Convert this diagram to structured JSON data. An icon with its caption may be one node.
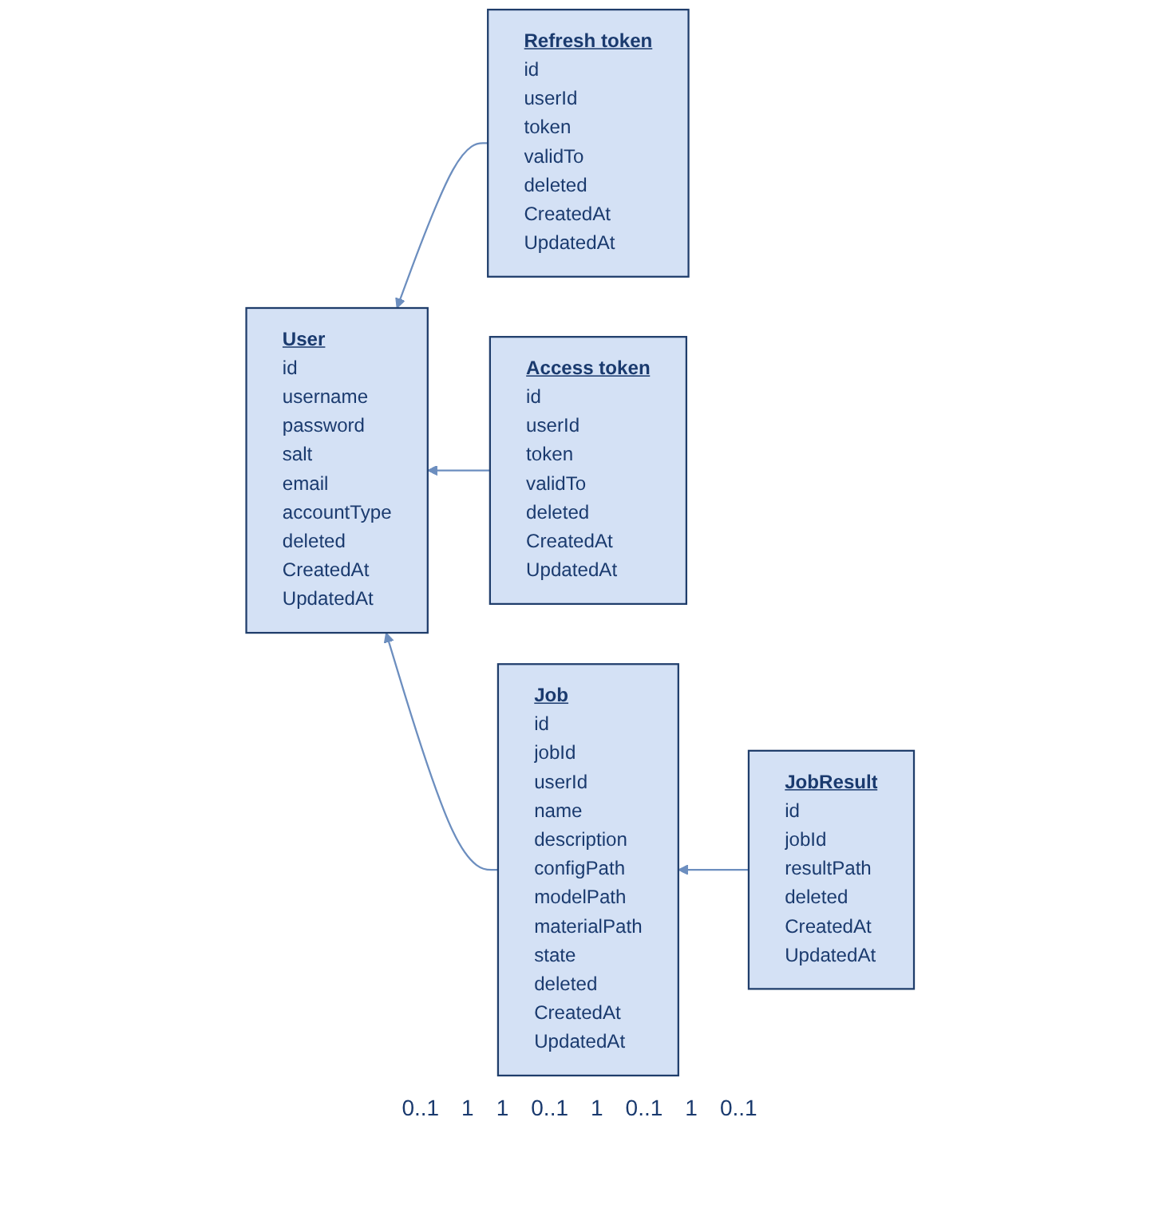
{
  "diagram": {
    "nodes": [
      {
        "text": [
          "User",
          "id",
          "username",
          "password",
          "salt",
          "email",
          "accountType",
          "deleted",
          "CreatedAt",
          "UpdatedAt"
        ]
      },
      {
        "text": [
          "Refresh token",
          "id",
          "userId",
          "token",
          "validTo",
          "deleted",
          "CreatedAt",
          "UpdatedAt"
        ]
      },
      {
        "text": [
          "Access token",
          "id",
          "userId",
          "token",
          "validTo",
          "deleted",
          "CreatedAt",
          "UpdatedAt"
        ]
      },
      {
        "text": [
          "Job",
          "id",
          "jobId",
          "userId",
          "name",
          "description",
          "configPath",
          "modelPath",
          "materialPath",
          "state",
          "deleted",
          "CreatedAt",
          "UpdatedAt"
        ]
      },
      {
        "text": [
          "JobResult",
          "id",
          "jobId",
          "resultPath",
          "deleted",
          "CreatedAt",
          "UpdatedAt"
        ]
      }
    ],
    "edges": [
      {
        "from": 1,
        "to": 0,
        "arrow": "to"
      },
      {
        "from": 2,
        "to": 0,
        "arrow": "to"
      },
      {
        "from": 3,
        "to": 0,
        "arrow": "to"
      },
      {
        "from": 4,
        "to": 3,
        "arrow": "to"
      }
    ],
    "labels": [
      "0..1",
      "1",
      "1",
      "0..1",
      "1",
      "0..1",
      "1",
      "0..1"
    ]
  }
}
